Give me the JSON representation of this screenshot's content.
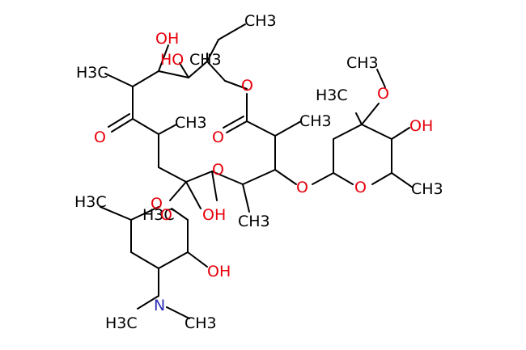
{
  "colors": {
    "carbon": "#000000",
    "oxygen": "#e8000b",
    "nitrogen": "#2c2cb5",
    "background": "#ffffff"
  },
  "labels": {
    "ethyl_ch3": "CH3",
    "ring_hydroxyl": "HO",
    "ring_ch3_quaternary": "CH3",
    "top_hydroxyl": "OH",
    "ring_methyl_left": "H3C",
    "ketone_o": "O",
    "alpha_ch3": "CH3",
    "lactone_o": "O",
    "ester_carbonyl_o": "O",
    "ester_alpha_ch3": "CH3",
    "methoxy_o": "O",
    "methoxy_ch3": "CH3",
    "sugar_ch3_left": "H3C",
    "sugar_hydroxyl": "OH",
    "glycoside_o_right": "O",
    "cladinose_ring_o": "O",
    "cladinose_ch3": "CH3",
    "ring_ch3_bottom": "CH3",
    "desosamine_ch3": "H3C",
    "glycoside_o_left": "O",
    "ring_o_ch3": "H3C",
    "ring_o_overlap": "O",
    "ring_oh_overlap": "OH",
    "desosamine_ring_o": "O",
    "desosamine_hydroxyl": "OH",
    "amine_n": "N",
    "amine_ch3_left": "H3C",
    "amine_ch3_right": "CH3"
  }
}
